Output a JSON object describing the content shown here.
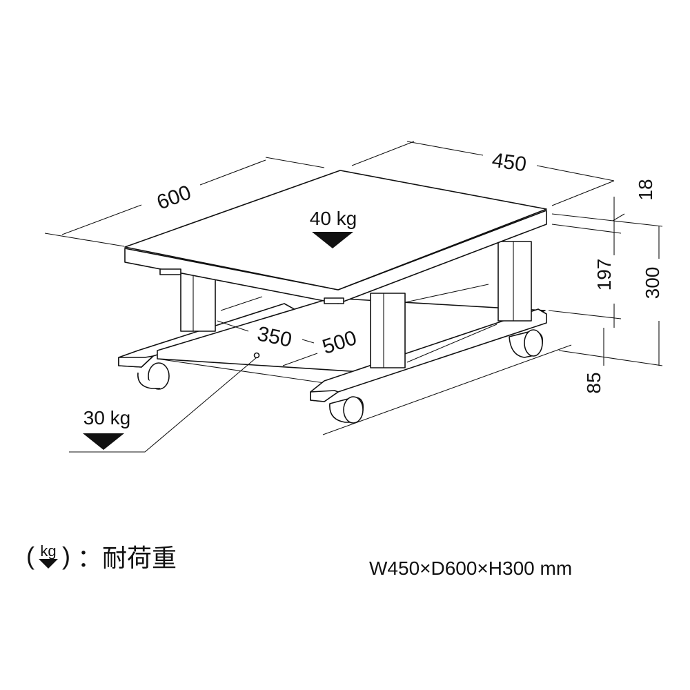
{
  "dimensions": {
    "depth": "600",
    "width": "450",
    "top_thickness": "18",
    "inner_height": "197",
    "total_height": "300",
    "shelf_height": "85",
    "shelf_width": "350",
    "shelf_depth": "500"
  },
  "loads": {
    "top": "40 kg",
    "shelf": "30 kg"
  },
  "legend": {
    "open_paren": "(",
    "unit": "kg",
    "close_paren": ")",
    "label": "：耐荷重"
  },
  "spec": "W450×D600×H300 mm"
}
